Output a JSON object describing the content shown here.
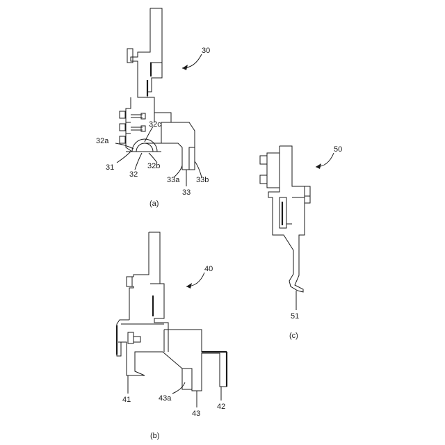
{
  "figures": {
    "a": {
      "caption": "(a)",
      "ref": "30",
      "labels": {
        "l32a": "32a",
        "l32c": "32c",
        "l31": "31",
        "l32": "32",
        "l32b": "32b",
        "l33a": "33a",
        "l33": "33",
        "l33b": "33b"
      }
    },
    "b": {
      "caption": "(b)",
      "ref": "40",
      "labels": {
        "l41": "41",
        "l43a": "43a",
        "l43": "43",
        "l42": "42"
      }
    },
    "c": {
      "caption": "(c)",
      "ref": "50",
      "labels": {
        "l51": "51"
      }
    }
  }
}
